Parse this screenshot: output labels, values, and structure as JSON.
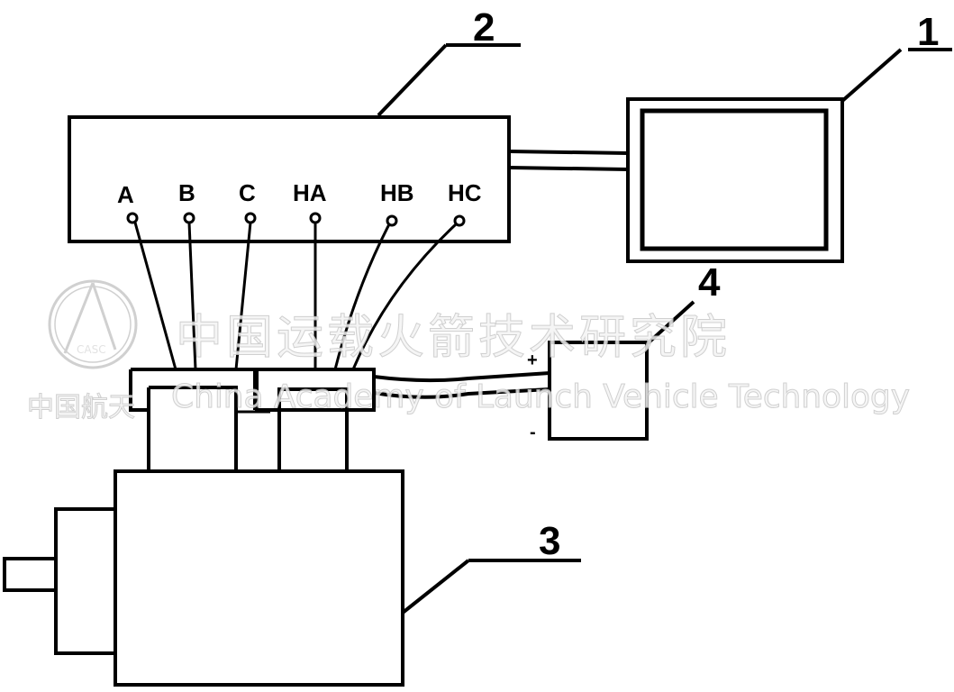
{
  "callouts": {
    "display": "1",
    "controller": "2",
    "motor": "3",
    "power_supply": "4"
  },
  "terminals": [
    "A",
    "B",
    "C",
    "HA",
    "HB",
    "HC"
  ],
  "polarity": {
    "plus": "+",
    "minus": "-"
  },
  "watermark": {
    "title_cn": "中国运载火箭技术研究院",
    "title_en": "China Academy of Launch Vehicle Technology",
    "brand_cn": "中国航天",
    "logo_text": "CASC"
  }
}
